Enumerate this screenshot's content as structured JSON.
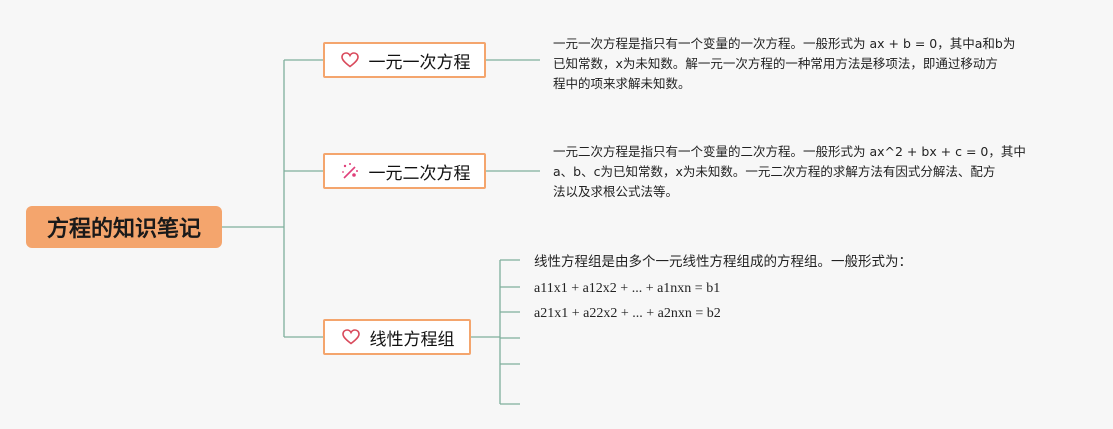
{
  "root": {
    "label": "方程的知识笔记"
  },
  "topics": [
    {
      "label": "一元一次方程",
      "icon": "heart-icon",
      "description_lines": [
        "一元一次方程是指只有一个变量的一次方程。一般形式为 ax + b = 0，其中a和b为",
        "已知常数，x为未知数。解一元一次方程的一种常用方法是移项法，即通过移动方",
        "程中的项来求解未知数。"
      ]
    },
    {
      "label": "一元二次方程",
      "icon": "sparkle-icon",
      "description_lines": [
        "一元二次方程是指只有一个变量的二次方程。一般形式为 ax^2 + bx + c = 0，其中",
        "a、b、c为已知常数，x为未知数。一元二次方程的求解方法有因式分解法、配方",
        "法以及求根公式法等。"
      ]
    },
    {
      "label": "线性方程组",
      "icon": "heart-icon",
      "intro": "线性方程组是由多个一元线性方程组成的方程组。一般形式为：",
      "equations": [
        "a11x1 + a12x2 + ... + a1nxn = b1",
        "a21x1 + a22x2 + ... + a2nxn = b2"
      ]
    }
  ],
  "colors": {
    "root_fill": "#f4a56d",
    "topic_border": "#f4a56d",
    "connector": "#7fae9c",
    "icon_heart": "#d94a5c",
    "icon_sparkle": "#e0407a"
  }
}
